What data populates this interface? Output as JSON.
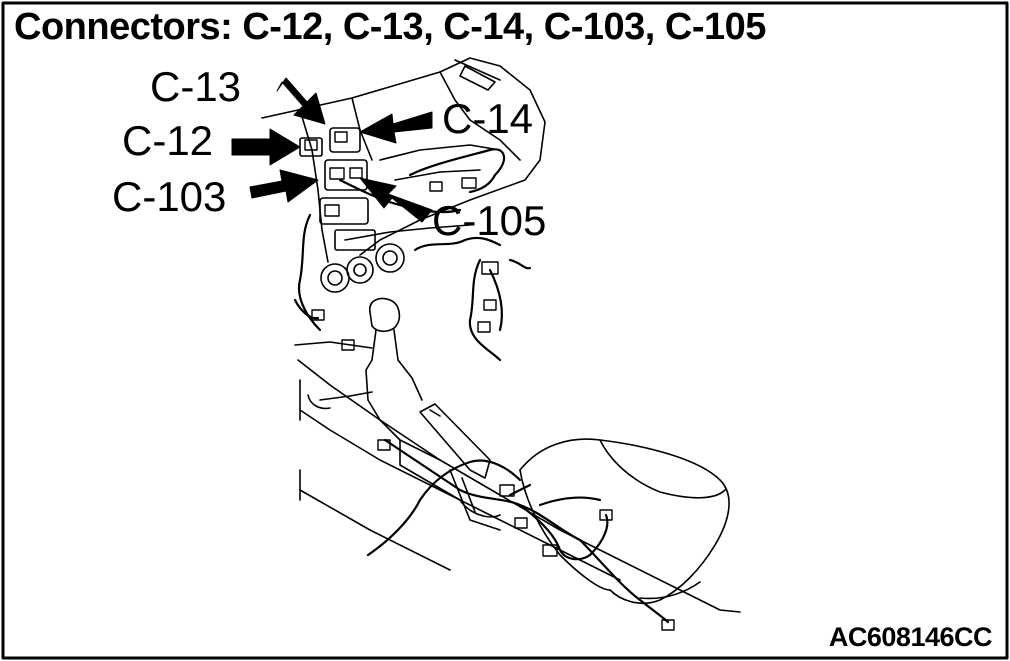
{
  "title": "Connectors: C-12, C-13, C-14, C-103, C-105",
  "figure_id": "AC608146CC",
  "callouts": [
    {
      "label": "C-13"
    },
    {
      "label": "C-12"
    },
    {
      "label": "C-14"
    },
    {
      "label": "C-103"
    },
    {
      "label": "C-105"
    }
  ]
}
